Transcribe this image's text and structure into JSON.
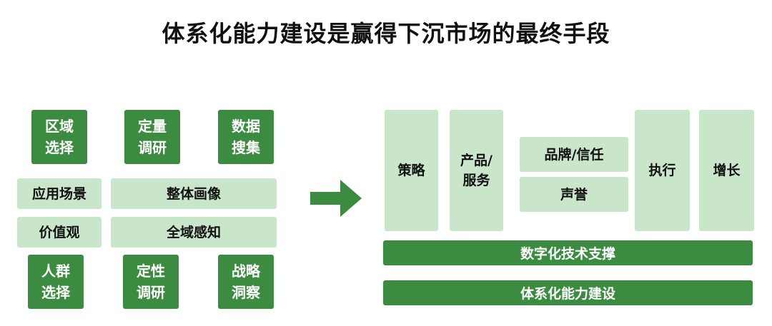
{
  "title": "体系化能力建设是赢得下沉市场的最终手段",
  "left": {
    "top_boxes": [
      "区域\n选择",
      "定量\n调研",
      "数据\n搜集"
    ],
    "middle_rows": [
      {
        "label": "应用场景",
        "wide": "整体画像"
      },
      {
        "label": "价值观",
        "wide": "全域感知"
      }
    ],
    "bottom_boxes": [
      "人群\n选择",
      "定性\n调研",
      "战略\n洞察"
    ]
  },
  "right": {
    "columns": [
      "策略",
      "产品/\n服务",
      "执行",
      "增长"
    ],
    "stack": [
      "品牌/信任",
      "声誉"
    ],
    "bars": [
      "数字化技术支撑",
      "体系化能力建设"
    ]
  },
  "colors": {
    "dark": "#3b8c40",
    "light": "#c9e6cb"
  }
}
